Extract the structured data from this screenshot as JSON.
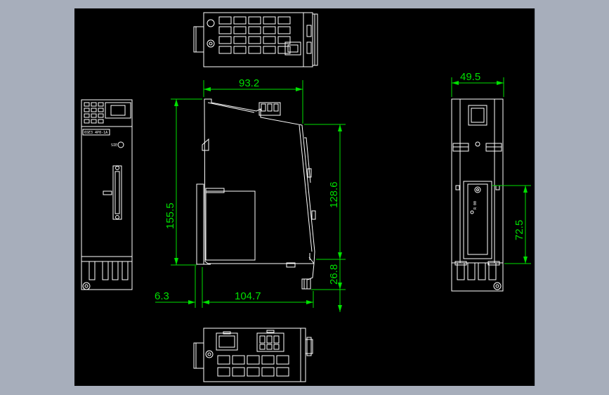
{
  "dimensions": {
    "width_top": "93.2",
    "height_total": "155.5",
    "height_upper": "128.6",
    "height_lower": "26.8",
    "offset_left": "6.3",
    "depth_bottom": "104.7",
    "width_side": "49.5",
    "height_side": "72.5"
  },
  "labels": {
    "front_model": "6SE3 4P0-1A",
    "side_tag": "R 00"
  },
  "colors": {
    "canvas": "#000000",
    "frame": "#a7aebb",
    "geometry": "#ffffff",
    "dimension": "#00e000"
  }
}
